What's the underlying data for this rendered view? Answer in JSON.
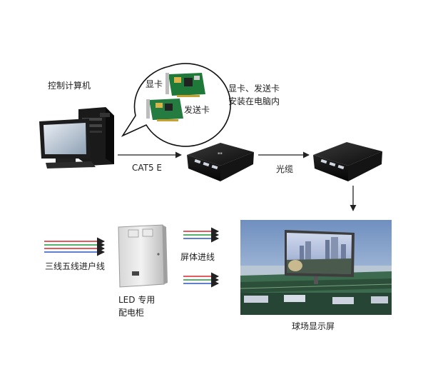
{
  "labels": {
    "control_computer": "控制计算机",
    "graphics_card": "显卡",
    "sender_card": "发送卡",
    "install_note_line1": "显卡、发送卡",
    "install_note_line2": "安装在电脑内",
    "cat5": "CAT5 E",
    "fiber": "光缆",
    "three_phase_input": "三线五线进户线",
    "cabinet_line1": "LED 专用",
    "cabinet_line2": "配电柜",
    "screen_input": "屏体进线",
    "stadium_screen": "球场显示屏"
  },
  "colors": {
    "wire_red": "#d8262a",
    "wire_green": "#1e9a3c",
    "wire_blue": "#2a57c4",
    "arrow": "#222222"
  },
  "icons": {
    "computer": "desktop-computer-icon",
    "graphics_card": "pcb-card-icon",
    "sender_card": "pcb-card-icon",
    "receiver_box": "led-controller-box-icon",
    "cabinet": "electrical-cabinet-icon",
    "screen": "stadium-led-screen-icon"
  }
}
